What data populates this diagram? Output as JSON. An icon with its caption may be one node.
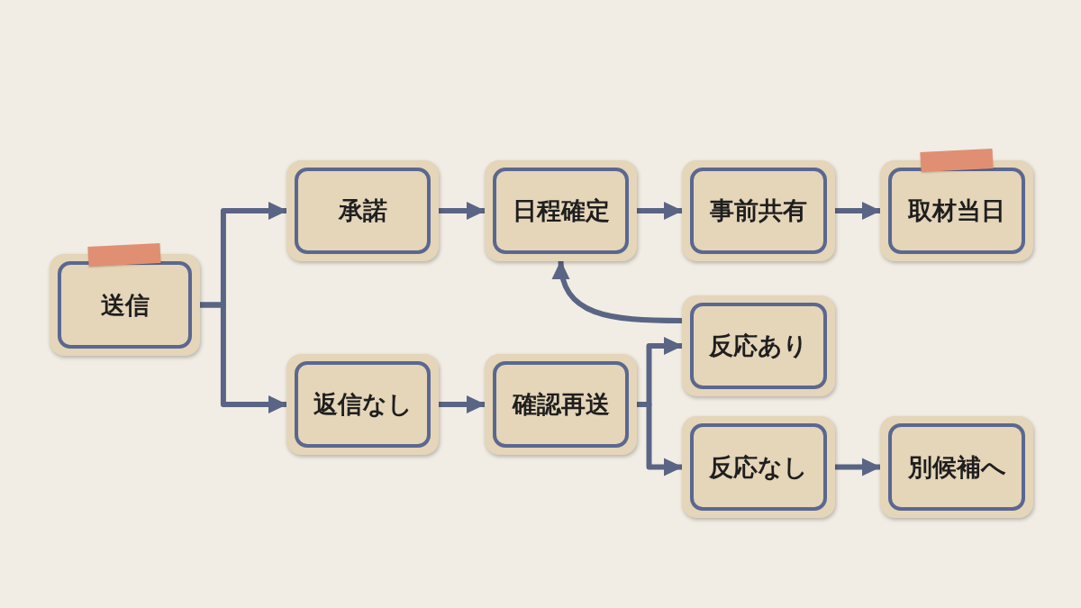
{
  "diagram": {
    "nodes": [
      {
        "text": [
          "送信"
        ]
      },
      {
        "text": [
          "承諾"
        ]
      },
      {
        "text": [
          "日程確定"
        ]
      },
      {
        "text": [
          "事前共有"
        ]
      },
      {
        "text": [
          "取材当日"
        ]
      },
      {
        "text": [
          "反応あり"
        ]
      },
      {
        "text": [
          "返信なし"
        ]
      },
      {
        "text": [
          "確認再送"
        ]
      },
      {
        "text": [
          "反応なし"
        ]
      },
      {
        "text": [
          "別候補へ"
        ]
      }
    ],
    "edges": [
      {
        "from": 0,
        "to": 1,
        "arrow": "to"
      },
      {
        "from": 0,
        "to": 6,
        "arrow": "to"
      },
      {
        "from": 1,
        "to": 2,
        "arrow": "to"
      },
      {
        "from": 2,
        "to": 3,
        "arrow": "to"
      },
      {
        "from": 3,
        "to": 4,
        "arrow": "to"
      },
      {
        "from": 6,
        "to": 7,
        "arrow": "to"
      },
      {
        "from": 7,
        "to": 5,
        "arrow": "to"
      },
      {
        "from": 7,
        "to": 8,
        "arrow": "to"
      },
      {
        "from": 5,
        "to": 2,
        "arrow": "to"
      },
      {
        "from": 8,
        "to": 9,
        "arrow": "to"
      }
    ]
  }
}
